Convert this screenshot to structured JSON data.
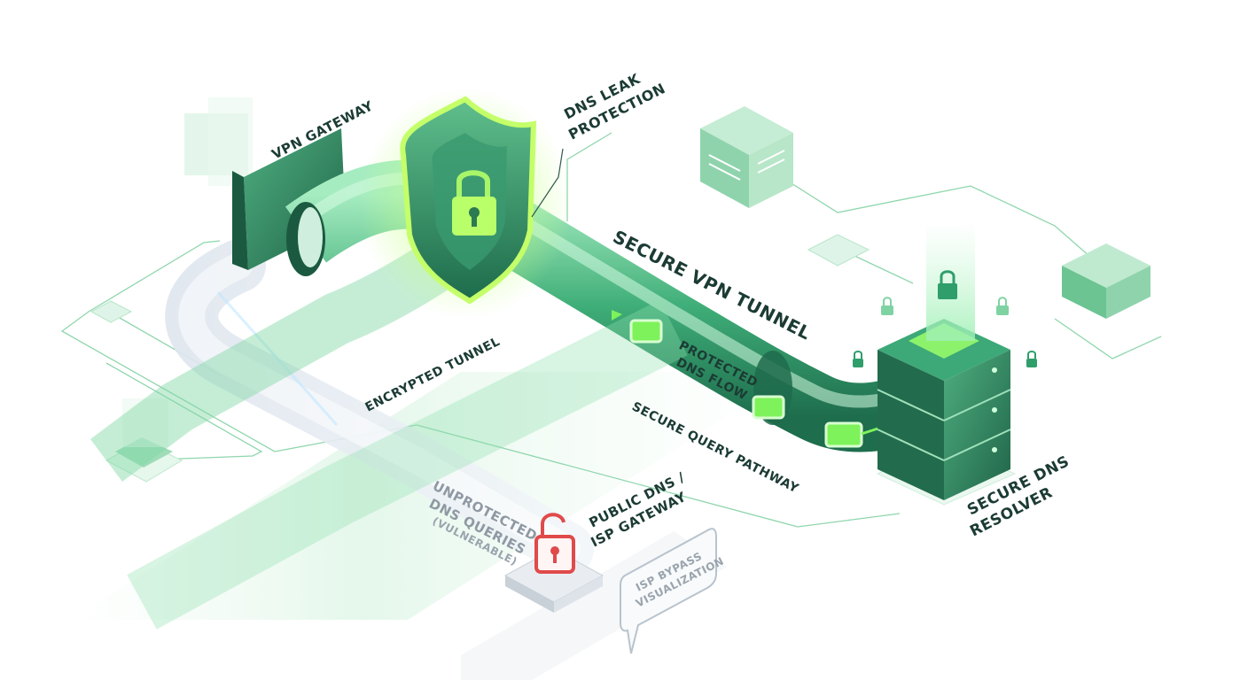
{
  "labels": {
    "vpn_gateway": "VPN GATEWAY",
    "dns_leak_line1": "DNS LEAK",
    "dns_leak_line2": "PROTECTION",
    "secure_tunnel": "SECURE VPN TUNNEL",
    "protected_line1": "PROTECTED",
    "protected_line2": "DNS FLOW",
    "encrypted_tunnel": "ENCRYPTED TUNNEL",
    "secure_query": "SECURE QUERY PATHWAY",
    "unprotected_line1": "UNPROTECTED",
    "unprotected_line2": "DNS QUERIES",
    "unprotected_line3": "(VULNERABLE)",
    "public_dns_line1": "PUBLIC DNS /",
    "public_dns_line2": "ISP GATEWAY",
    "isp_bypass_line1": "ISP BYPASS",
    "isp_bypass_line2": "VISUALIZATION",
    "resolver_line1": "SECURE DNS",
    "resolver_line2": "RESOLVER"
  },
  "icons": {
    "shield": "shield-lock-icon",
    "open_lock": "unlocked-padlock-icon",
    "small_lock": "padlock-icon"
  },
  "colors": {
    "brand_green": "#2f9e6b",
    "dark_green": "#1f6b4c",
    "light_green": "#c9f0d6",
    "glow_green": "#7ee86a",
    "warning_red": "#e04a4a",
    "label_dark": "#1b3b34",
    "muted_gray": "#9aa4ae"
  }
}
